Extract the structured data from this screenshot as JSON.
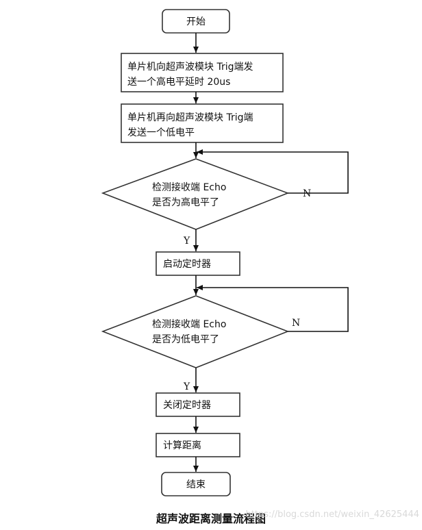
{
  "flowchart": {
    "start": "开始",
    "step1": [
      "单片机向超声波模块 Trig端发",
      "送一个高电平延时 20us"
    ],
    "step2": [
      "单片机再向超声波模块 Trig端",
      "发送一个低电平"
    ],
    "decision1": [
      "检测接收端 Echo",
      "是否为高电平了"
    ],
    "decision1_no": "N",
    "decision1_yes": "Y",
    "step3": "启动定时器",
    "decision2": [
      "检测接收端 Echo",
      "是否为低电平了"
    ],
    "decision2_no": "N",
    "decision2_yes": "Y",
    "step4": "关闭定时器",
    "step5": "计算距离",
    "end": "结束"
  },
  "caption": "超声波距离测量流程图",
  "watermark": "https://blog.csdn.net/weixin_42625444"
}
